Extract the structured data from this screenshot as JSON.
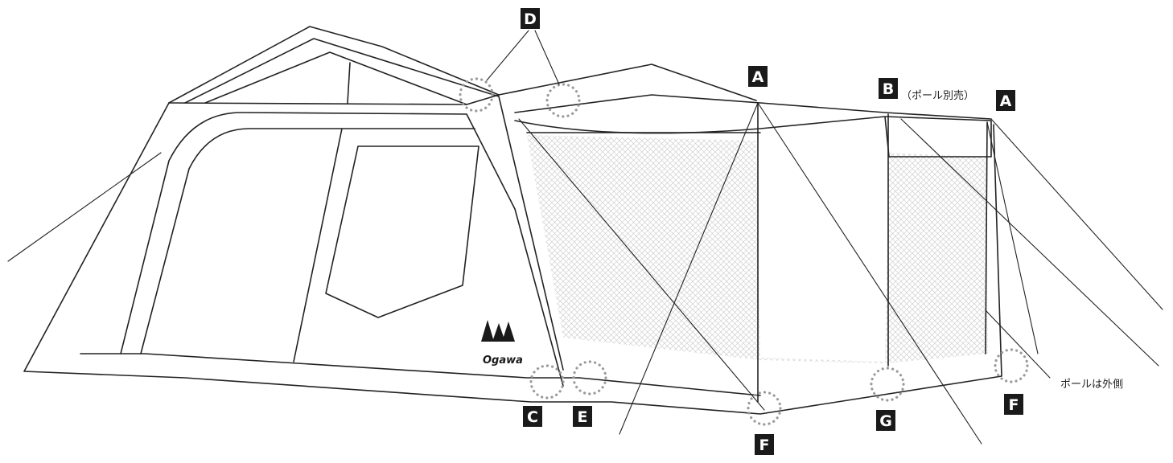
{
  "callouts": {
    "A_left": "A",
    "B": "B",
    "A_right": "A",
    "D": "D",
    "C": "C",
    "E": "E",
    "F_mid": "F",
    "G": "G",
    "F_right": "F"
  },
  "notes": {
    "pole_sold_separately": "（ポール別売）",
    "pole_outside": "ポールは外側"
  },
  "logo": {
    "brand": "Ogawa"
  },
  "colors": {
    "line": "#222222",
    "label_bg": "#1a1a1a",
    "label_text": "#ffffff",
    "callout_circle": "#9a9a9a",
    "mesh": "#cfcfcf"
  }
}
